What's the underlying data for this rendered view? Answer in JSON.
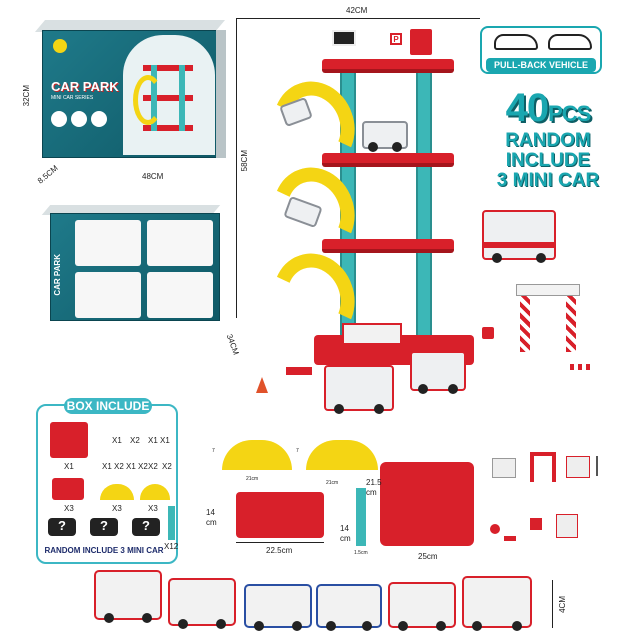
{
  "dimensions": {
    "box_height": "32CM",
    "box_depth": "8.5CM",
    "box_width": "48CM",
    "tower_width": "42CM",
    "tower_height": "58CM",
    "tower_depth": "34CM",
    "car_size": "4CM"
  },
  "box_front": {
    "title": "CAR PARK",
    "subtitle": "MINI CAR SERIES"
  },
  "box_back": {
    "title": "CAR PARK"
  },
  "badge": {
    "count": "40",
    "unit": "PCS",
    "line1": "RANDOM",
    "line2": "INCLUDE",
    "line3": "3 MINI CAR"
  },
  "pullback": {
    "label": "PULL-BACK VEHICLE"
  },
  "box_include": {
    "title": "BOX INCLUDE",
    "qty": [
      "X1",
      "X1",
      "X2",
      "X1",
      "X1",
      "X1 X2",
      "X1 X2",
      "X2",
      "X2",
      "X3",
      "X3",
      "X3",
      "X12"
    ],
    "footer": "RANDOM INCLUDE 3 MINI CAR",
    "question": "?"
  },
  "parts": {
    "ramp_a_dim": "21cm",
    "ramp_a_side": "7",
    "ramp_b_dim": "21cm",
    "ramp_b_side": "7",
    "floor_w": "22.5cm",
    "floor_h": "14",
    "floor_h_unit": "cm",
    "pillar_h": "14",
    "pillar_h_unit": "cm",
    "pillar_w": "1.5cm",
    "base_w": "25cm",
    "base_h": "21.5",
    "base_h_unit": "cm"
  },
  "colors": {
    "teal": "#1aa7b0",
    "red": "#d8202a",
    "yellow": "#f4d514"
  }
}
